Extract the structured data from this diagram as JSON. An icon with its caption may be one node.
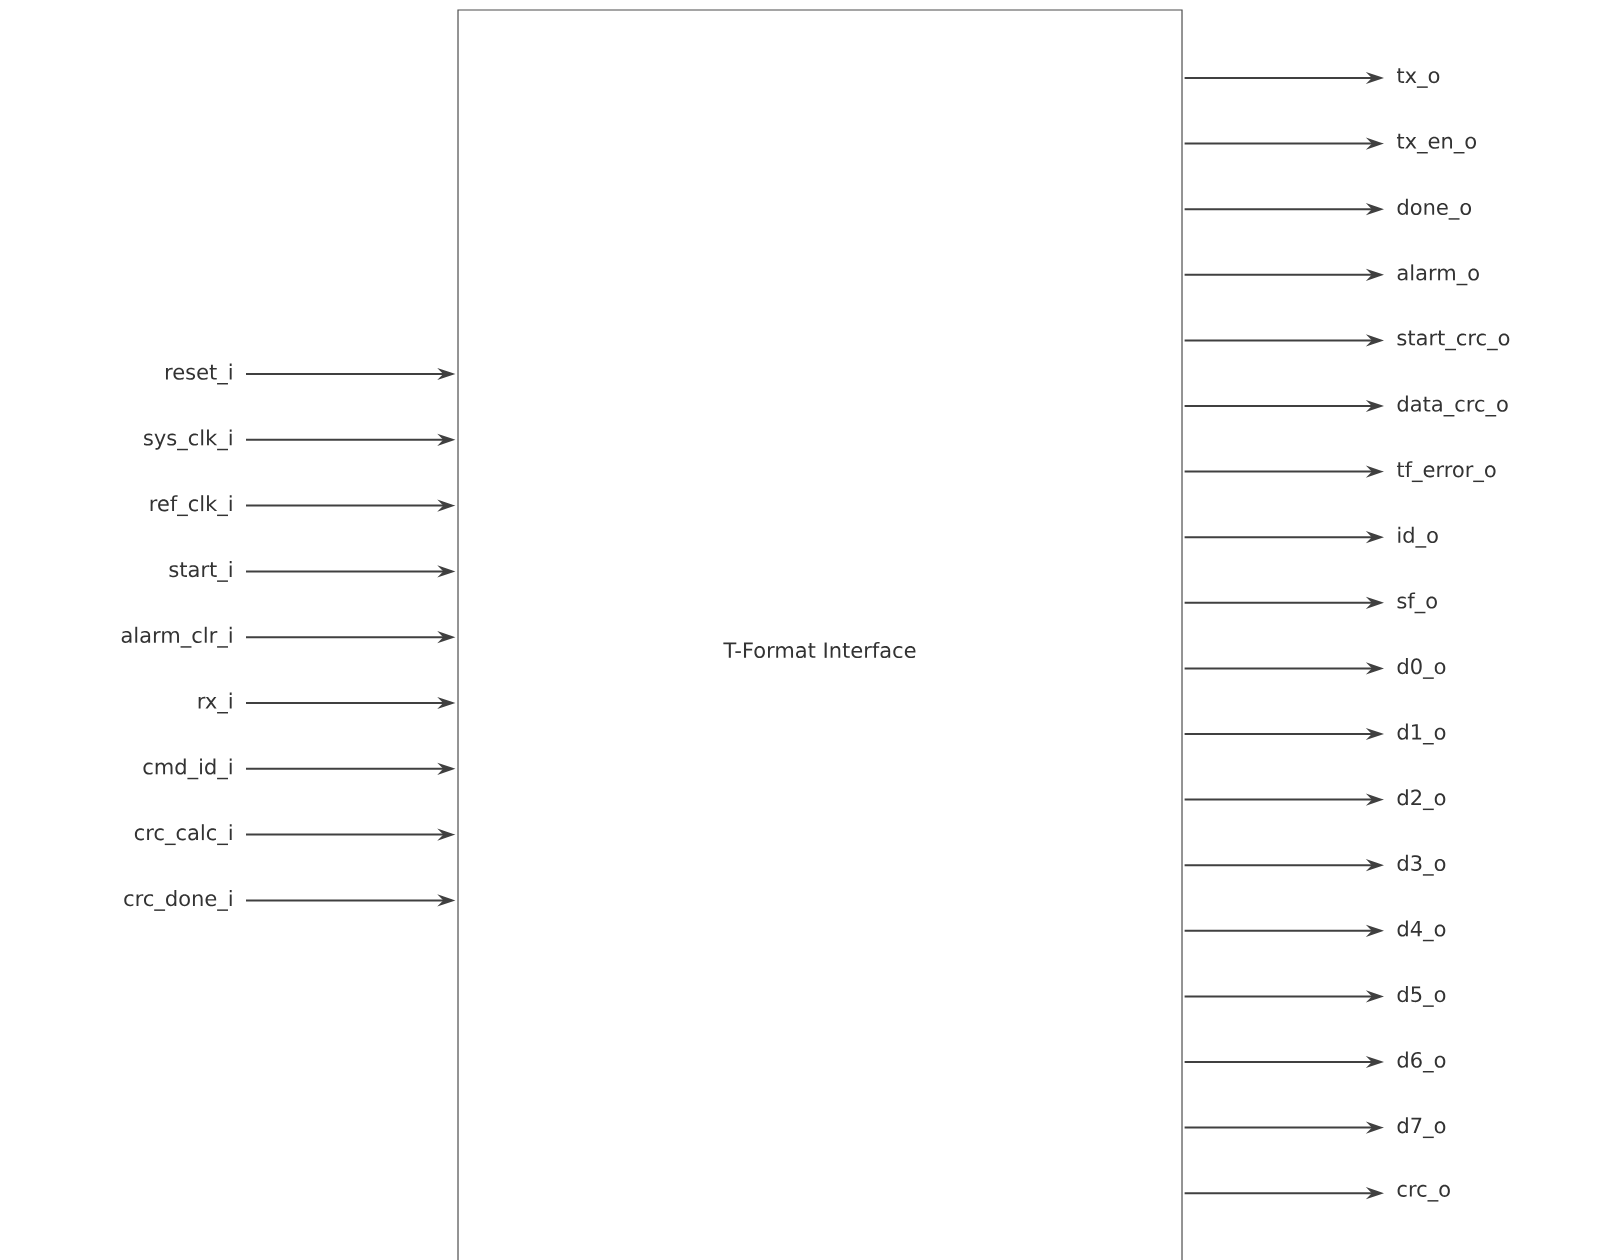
{
  "diagram": {
    "nodes": [
      {
        "text": [
          "T-Format Interface"
        ]
      },
      {
        "text": [
          "reset_i"
        ]
      },
      {
        "text": [
          "sys_clk_i"
        ]
      },
      {
        "text": [
          "ref_clk_i"
        ]
      },
      {
        "text": [
          "start_i"
        ]
      },
      {
        "text": [
          "alarm_clr_i"
        ]
      },
      {
        "text": [
          "rx_i"
        ]
      },
      {
        "text": [
          "cmd_id_i"
        ]
      },
      {
        "text": [
          "crc_calc_i"
        ]
      },
      {
        "text": [
          "crc_done_i"
        ]
      },
      {
        "text": [
          "tx_o"
        ]
      },
      {
        "text": [
          "tx_en_o"
        ]
      },
      {
        "text": [
          "done_o"
        ]
      },
      {
        "text": [
          "alarm_o"
        ]
      },
      {
        "text": [
          "start_crc_o"
        ]
      },
      {
        "text": [
          "data_crc_o"
        ]
      },
      {
        "text": [
          "tf_error_o"
        ]
      },
      {
        "text": [
          "id_o"
        ]
      },
      {
        "text": [
          "sf_o"
        ]
      },
      {
        "text": [
          "d0_o"
        ]
      },
      {
        "text": [
          "d1_o"
        ]
      },
      {
        "text": [
          "d2_o"
        ]
      },
      {
        "text": [
          "d3_o"
        ]
      },
      {
        "text": [
          "d4_o"
        ]
      },
      {
        "text": [
          "d5_o"
        ]
      },
      {
        "text": [
          "d6_o"
        ]
      },
      {
        "text": [
          "d7_o"
        ]
      },
      {
        "text": [
          "crc_o"
        ]
      }
    ],
    "edges": [
      {
        "from": 1,
        "to": 0,
        "arrow": "to"
      },
      {
        "from": 2,
        "to": 0,
        "arrow": "to"
      },
      {
        "from": 3,
        "to": 0,
        "arrow": "to"
      },
      {
        "from": 4,
        "to": 0,
        "arrow": "to"
      },
      {
        "from": 5,
        "to": 0,
        "arrow": "to"
      },
      {
        "from": 6,
        "to": 0,
        "arrow": "to"
      },
      {
        "from": 7,
        "to": 0,
        "arrow": "to"
      },
      {
        "from": 8,
        "to": 0,
        "arrow": "to"
      },
      {
        "from": 9,
        "to": 0,
        "arrow": "to"
      },
      {
        "from": 0,
        "to": 10,
        "arrow": "to"
      },
      {
        "from": 0,
        "to": 11,
        "arrow": "to"
      },
      {
        "from": 0,
        "to": 12,
        "arrow": "to"
      },
      {
        "from": 0,
        "to": 13,
        "arrow": "to"
      },
      {
        "from": 0,
        "to": 14,
        "arrow": "to"
      },
      {
        "from": 0,
        "to": 15,
        "arrow": "to"
      },
      {
        "from": 0,
        "to": 16,
        "arrow": "to"
      },
      {
        "from": 0,
        "to": 17,
        "arrow": "to"
      },
      {
        "from": 0,
        "to": 18,
        "arrow": "to"
      },
      {
        "from": 0,
        "to": 19,
        "arrow": "to"
      },
      {
        "from": 0,
        "to": 20,
        "arrow": "to"
      },
      {
        "from": 0,
        "to": 21,
        "arrow": "to"
      },
      {
        "from": 0,
        "to": 22,
        "arrow": "to"
      },
      {
        "from": 0,
        "to": 23,
        "arrow": "to"
      },
      {
        "from": 0,
        "to": 24,
        "arrow": "to"
      },
      {
        "from": 0,
        "to": 25,
        "arrow": "to"
      },
      {
        "from": 0,
        "to": 26,
        "arrow": "to"
      },
      {
        "from": 0,
        "to": 27,
        "arrow": "to"
      }
    ]
  }
}
